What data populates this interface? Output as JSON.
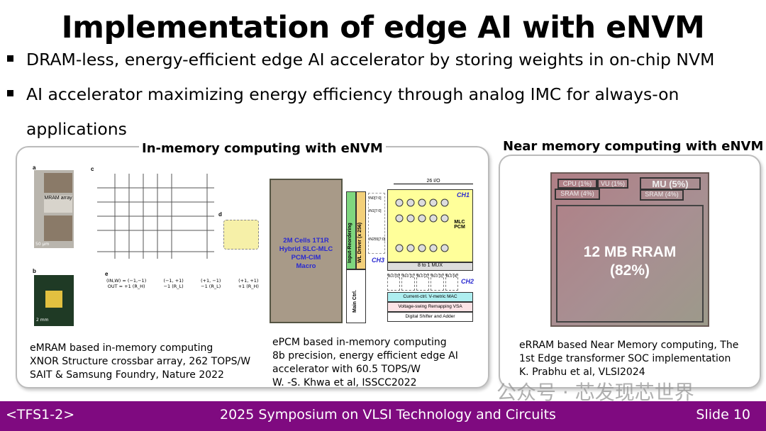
{
  "title": "Implementation of edge AI with eNVM",
  "bullets": [
    "DRAM-less, energy-efficient edge AI accelerator by storing weights in on-chip NVM",
    "AI accelerator maximizing energy efficiency through analog IMC for always-on",
    "applications"
  ],
  "imc": {
    "title": "In-memory computing with eNVM",
    "fig1": {
      "a": "a",
      "b": "b",
      "c": "c",
      "d": "d",
      "e": "e",
      "mram": "MRAM array",
      "scale1": "50 μm",
      "scale2": "2 mm",
      "cases": [
        "(IN,W) = (−1,−1)",
        "(−1, +1)",
        "(+1, −1)",
        "(+1, +1)"
      ],
      "outs": [
        "OUT = +1 (R_H)",
        "−1 (R_L)",
        "−1 (R_L)",
        "+1 (R_H)"
      ]
    },
    "cap1": [
      "eMRAM based in-memory computing",
      "XNOR Structure crossbar array, 262 TOPS/W",
      "SAIT & Samsung Foundry, Nature 2022"
    ],
    "fig2": {
      "die": [
        "2M Cells 1T1R",
        "Hybrid SLC-MLC",
        "PCM-CIM",
        "Macro"
      ],
      "io": "26 I/O",
      "reorder": "Input-Reordering",
      "wl": "WL Driver (x 256)",
      "main": "Main Ctrl.",
      "ch1": "CH1",
      "ch2": "CH2",
      "ch3": "CH3",
      "mlc": "MLC PCM",
      "mux": "8 to 1 MUX",
      "in": [
        "IN0[7:0]",
        "IN1[7:0]",
        "IN255[7:0]"
      ],
      "bl": [
        "BL0 [0]",
        "BL0 [1]",
        "BL0 [2]",
        "BL0 [3]",
        "BL0 [4]"
      ],
      "mac": "Current-ctrl. V-metric MAC",
      "vsa": "Voltage-swing Remapping VSA",
      "dsa": "Digital Shifter and Adder"
    },
    "cap2": [
      "ePCM based in-memory computing",
      "8b precision, energy efficient edge AI",
      "accelerator with 60.5 TOPS/W",
      "W. -S. Khwa et al, ISSCC2022"
    ]
  },
  "nmc": {
    "title": "Near memory computing with eNVM",
    "chip": {
      "cpu": "CPU (1%)",
      "vu": "VU (1%)",
      "mu": "MU (5%)",
      "sram1": "SRAM (4%)",
      "sram2": "SRAM (4%)",
      "rram": "12 MB RRAM",
      "pct": "(82%)"
    },
    "cap": [
      "eRRAM based Near Memory computing, The",
      "1st Edge transformer SOC implementation",
      "K. Prabhu et al, VLSI2024"
    ]
  },
  "watermark": "公众号 · 芯发现芯世界",
  "footer": {
    "left": "<TFS1-2>",
    "center": "2025 Symposium on VLSI Technology and Circuits",
    "right": "Slide 10"
  },
  "colors": {
    "footer": "#7f0a80"
  }
}
